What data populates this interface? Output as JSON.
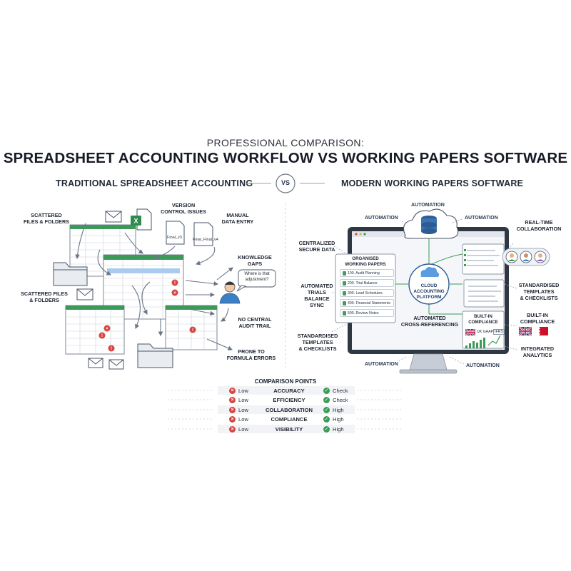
{
  "header": {
    "subtitle": "PROFESSIONAL COMPARISON:",
    "title": "SPREADSHEET ACCOUNTING WORKFLOW VS WORKING PAPERS SOFTWARE"
  },
  "left": {
    "title": "TRADITIONAL SPREADSHEET ACCOUNTING",
    "labels": {
      "scattered_top": "SCATTERED\nFILES & FOLDERS",
      "version": "VERSION\nCONTROL ISSUES",
      "manual": "MANUAL\nDATA ENTRY",
      "knowledge": "KNOWLEDGE\nGAPS",
      "scattered_bottom": "SCATTERED FILES\n& FOLDERS",
      "audit": "NO CENTRAL\nAUDIT TRAIL",
      "formula": "PRONE TO\nFORMULA ERRORS"
    },
    "file_names": [
      "Final_v3",
      "Final_Final_v4"
    ],
    "speech": "Where is that adjustment?"
  },
  "vs": "VS",
  "right": {
    "title": "MODERN WORKING PAPERS SOFTWARE",
    "automation": "AUTOMATION",
    "labels": {
      "centralized": "CENTRALIZED\nSECURE DATA",
      "trials": "AUTOMATED\nTRIALS\nBALANCE SYNC",
      "templates_left": "STANDARDISED\nTEMPLATES\n& CHECKLISTS",
      "realtime": "REAL-TIME\nCOLLABORATION",
      "templates_right": "STANDARDISED\nTEMPLATES\n& CHECKLISTS",
      "compliance_right": "BUILT-IN\nCOMPLIANCE",
      "analytics": "INTEGRATED\nANALYTICS",
      "cross_ref": "AUTOMATED\nCROSS-REFERENCING"
    },
    "working_papers": {
      "title": "ORGANISED\nWORKING PAPERS",
      "items": [
        "100. Audit Planning",
        "200. Trial Balance",
        "300. Lead Schedules",
        "400. Financial Statements",
        "500. Review Notes"
      ]
    },
    "platform": "CLOUD\nACCOUNTING\nPLATFORM",
    "compliance_panel": {
      "title": "BUILT-IN\nCOMPLIANCE",
      "tags": [
        "UK GAAP",
        "IFRS"
      ]
    }
  },
  "comparison": {
    "title": "COMPARISON POINTS",
    "rows": [
      {
        "left": "Low",
        "metric": "ACCURACY",
        "right": "Check"
      },
      {
        "left": "Low",
        "metric": "EFFICIENCY",
        "right": "Check"
      },
      {
        "left": "Low",
        "metric": "COLLABORATION",
        "right": "High"
      },
      {
        "left": "Low",
        "metric": "COMPLIANCE",
        "right": "High"
      },
      {
        "left": "Low",
        "metric": "VISIBILITY",
        "right": "High"
      }
    ]
  },
  "colors": {
    "green": "#3b9a57",
    "red": "#d64541",
    "blue": "#4a8fd6",
    "navy": "#1f3a63"
  }
}
